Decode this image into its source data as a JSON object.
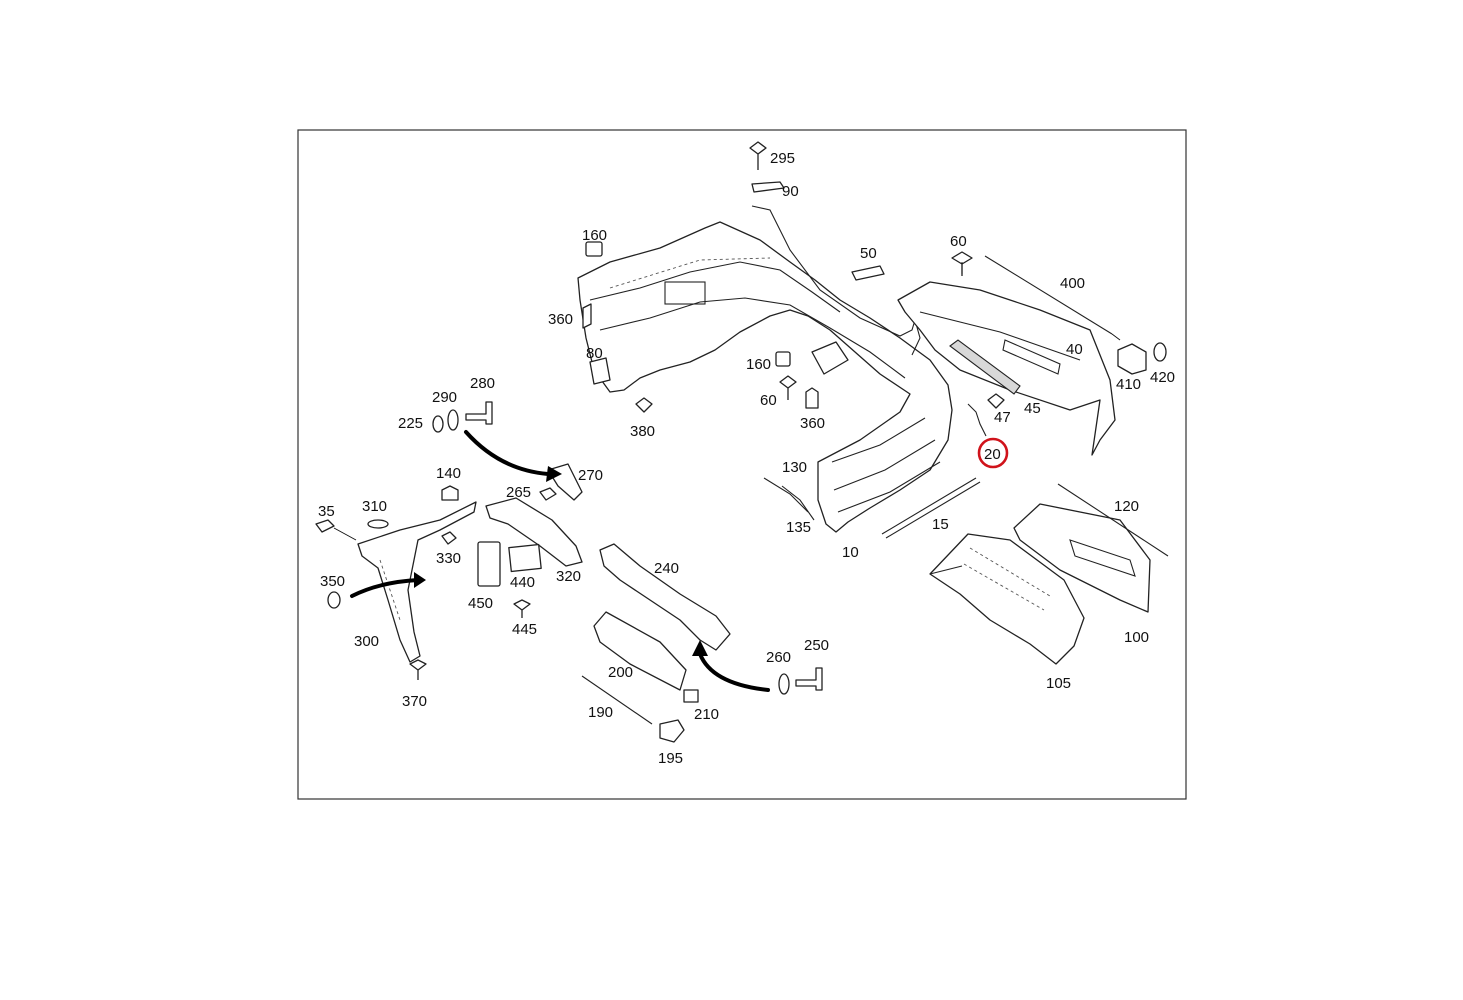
{
  "diagram": {
    "highlight_color": "#d0131b",
    "highlighted_part": "20",
    "labels": [
      "295",
      "90",
      "160",
      "50",
      "60",
      "400",
      "360",
      "40",
      "410",
      "420",
      "80",
      "160",
      "60",
      "360",
      "47",
      "45",
      "380",
      "290",
      "280",
      "225",
      "20",
      "140",
      "270",
      "130",
      "35",
      "310",
      "265",
      "120",
      "135",
      "10",
      "15",
      "330",
      "350",
      "440",
      "320",
      "240",
      "450",
      "445",
      "300",
      "250",
      "100",
      "260",
      "200",
      "105",
      "370",
      "210",
      "190",
      "195"
    ]
  }
}
